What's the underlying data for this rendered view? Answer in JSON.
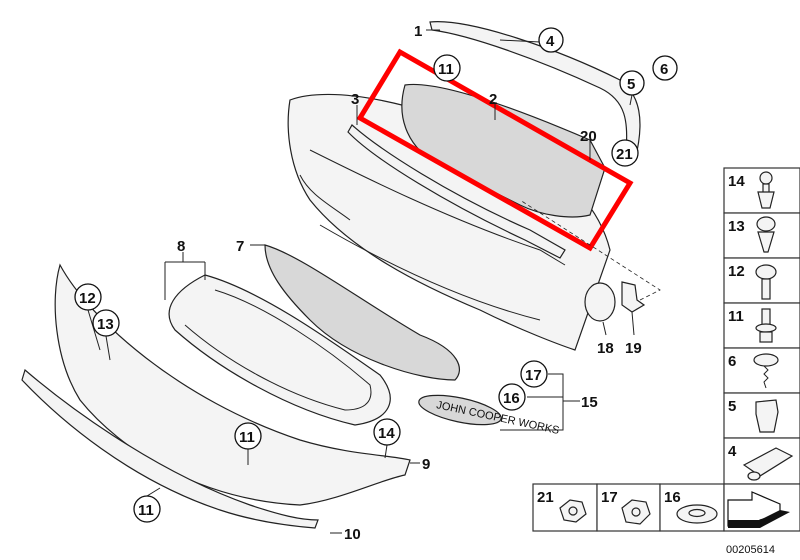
{
  "diagram": {
    "title": "Front bumper trim and grille parts diagram",
    "reference_number": "00205614",
    "highlight_color": "#ff0000",
    "callouts": [
      "1",
      "2",
      "3",
      "4",
      "5",
      "6",
      "7",
      "8",
      "9",
      "10",
      "11",
      "11",
      "11",
      "11",
      "12",
      "13",
      "14",
      "15",
      "16",
      "17",
      "18",
      "19",
      "20",
      "21"
    ],
    "legend_panel": {
      "column": [
        "14",
        "13",
        "12",
        "11",
        "6",
        "5",
        "4"
      ],
      "bottom_row": [
        "21",
        "17",
        "16"
      ],
      "bottom_row_last": "arrow-icon"
    },
    "badge_text": "JOHN COOPER WORKS"
  }
}
